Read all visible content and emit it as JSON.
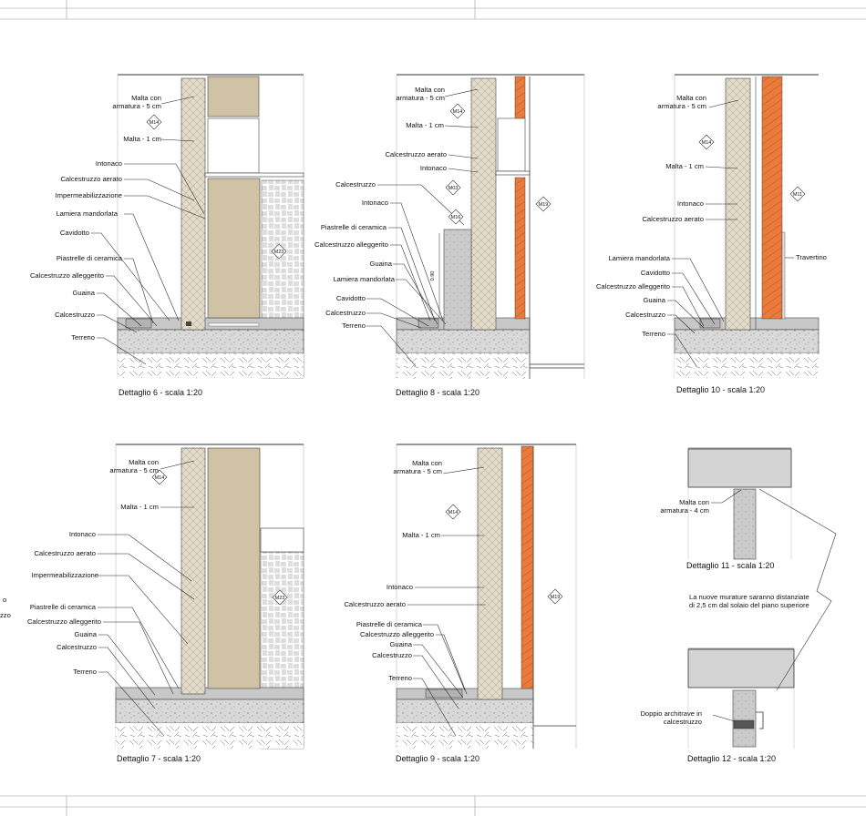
{
  "details": [
    {
      "id": "d6",
      "caption": "Dettaglio 6 - scala 1:20",
      "labels": [
        "Malta con\narmatura - 5 cm",
        "Malta - 1 cm",
        "Intonaco",
        "Calcestruzzo aerato",
        "Impermeabilizzazione",
        "Lamiera mandorlata",
        "Cavidotto",
        "Piastrelle di ceramica",
        "Calcestruzzo alleggerito",
        "Guaina",
        "Calcestruzzo",
        "Terreno"
      ],
      "tags": [
        "M14",
        "M23"
      ]
    },
    {
      "id": "d8",
      "caption": "Dettaglio 8 - scala 1:20",
      "labels": [
        "Malta con\narmatura - 5 cm",
        "Malta - 1 cm",
        "Calcestruzzo aerato",
        "Intonaco",
        "Calcestruzzo",
        "Intonaco",
        "Piastrelle di ceramica",
        "Calcestruzzo alleggerito",
        "Guaina",
        "Lamiera mandorlata",
        "Cavidotto",
        "Calcestruzzo",
        "Terreno"
      ],
      "tags": [
        "M14",
        "M03",
        "M16",
        "M19"
      ],
      "dimension": "0.90"
    },
    {
      "id": "d10",
      "caption": "Dettaglio 10 - scala 1:20",
      "labels": [
        "Malta con\narmatura - 5 cm",
        "Malta - 1 cm",
        "Intonaco",
        "Calcestruzzo aerato",
        "Lamiera mandorlata",
        "Cavidotto",
        "Calcestruzzo alleggerito",
        "Guaina",
        "Calcestruzzo",
        "Terreno",
        "Travertino"
      ],
      "tags": [
        "M14",
        "M11"
      ]
    },
    {
      "id": "d7",
      "caption": "Dettaglio 7 - scala 1:20",
      "labels": [
        "Malta con\narmatura - 5 cm",
        "Malta - 1 cm",
        "Intonaco",
        "Calcestruzzo aerato",
        "Impermeabilizzazione",
        "Piastrelle di ceramica",
        "Calcestruzzo alleggerito",
        "Guaina",
        "Calcestruzzo",
        "Terreno"
      ],
      "tags": [
        "M14",
        "M23"
      ]
    },
    {
      "id": "d9",
      "caption": "Dettaglio 9 - scala 1:20",
      "labels": [
        "Malta con\narmatura - 5 cm",
        "Malta - 1 cm",
        "Intonaco",
        "Calcestruzzo aerato",
        "Piastrelle di ceramica",
        "Calcestruzzo alleggerito",
        "Guaina",
        "Calcestruzzo",
        "Terreno"
      ],
      "tags": [
        "M14",
        "M19"
      ]
    },
    {
      "id": "d11",
      "caption": "Dettaglio 11 - scala 1:20",
      "labels": [
        "Malta con\narmatura - 4 cm"
      ],
      "tags": []
    },
    {
      "id": "d12",
      "caption": "Dettaglio 12 - scala 1:20",
      "labels": [
        "Doppio architrave in\ncalcestruzzo"
      ],
      "tags": []
    }
  ],
  "note": "La nuove murature saranno distanziate\ndi 2,5 cm dal solaio del piano superiore",
  "edge_fragments": [
    "o",
    "zzo"
  ]
}
